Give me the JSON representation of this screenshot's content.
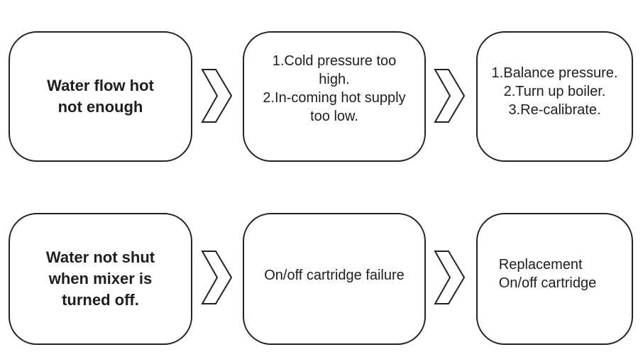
{
  "rows": [
    {
      "problem": "Water flow hot\nnot enough",
      "cause": "1.Cold pressure too\n high.\n2.In-coming hot supply\n too low.",
      "solution": "1.Balance pressure.\n2.Turn up boiler.\n3.Re-calibrate."
    },
    {
      "problem": "Water not shut\nwhen mixer is\nturned off.",
      "cause": "On/off cartridge failure",
      "solution": "Replacement\nOn/off cartridge"
    }
  ],
  "colors": {
    "stroke": "#222222",
    "text": "#1e1e1e",
    "background": "#ffffff"
  }
}
